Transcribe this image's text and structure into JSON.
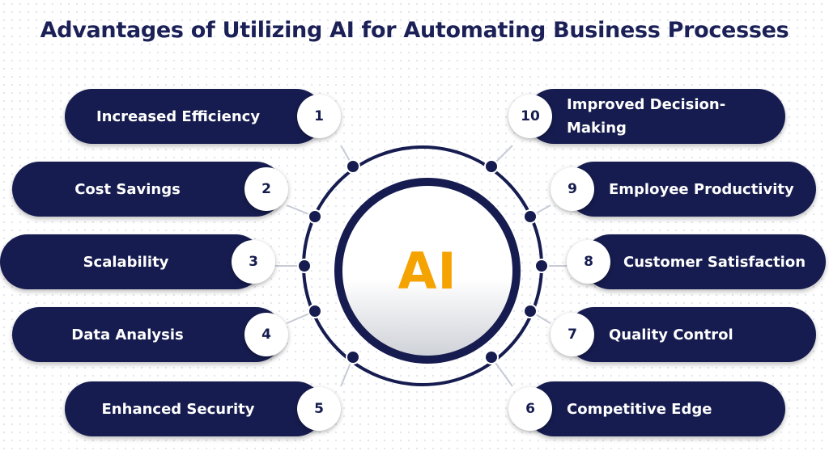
{
  "title": "Advantages of Utilizing AI for Automating Business Processes",
  "center_label": "AI",
  "colors": {
    "navy": "#161c4f",
    "accent": "#f5a300",
    "badge_bg": "#ffffff"
  },
  "items": [
    {
      "number": "1",
      "label": "Increased Efficiency"
    },
    {
      "number": "2",
      "label": "Cost Savings"
    },
    {
      "number": "3",
      "label": "Scalability"
    },
    {
      "number": "4",
      "label": "Data Analysis"
    },
    {
      "number": "5",
      "label": "Enhanced Security"
    },
    {
      "number": "6",
      "label": "Competitive Edge"
    },
    {
      "number": "7",
      "label": "Quality Control"
    },
    {
      "number": "8",
      "label": "Customer Satisfaction"
    },
    {
      "number": "9",
      "label": "Employee Productivity"
    },
    {
      "number": "10",
      "label": "Improved Decision-Making"
    }
  ]
}
